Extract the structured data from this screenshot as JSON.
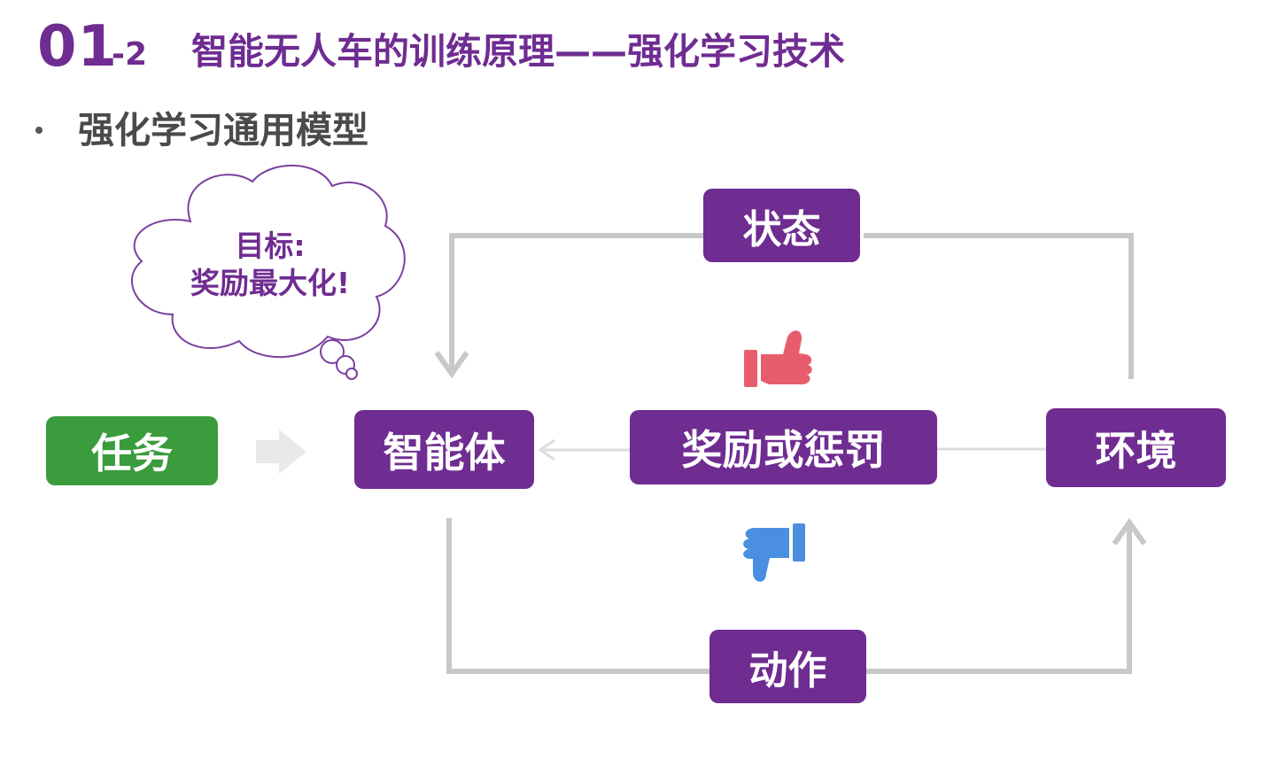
{
  "header": {
    "section_number": "01",
    "section_sub": "-2",
    "title": "智能无人车的训练原理——强化学习技术"
  },
  "bullet": {
    "text": "强化学习通用模型"
  },
  "cloud": {
    "line1": "目标:",
    "line2": "奖励最大化!"
  },
  "nodes": {
    "task": "任务",
    "agent": "智能体",
    "reward": "奖励或惩罚",
    "environment": "环境",
    "state": "状态",
    "action": "动作"
  },
  "icons": {
    "thumbs_up": "thumbs-up-icon",
    "thumbs_down": "thumbs-down-icon",
    "right_arrow": "right-arrow-icon"
  },
  "colors": {
    "primary_purple": "#6f2c91",
    "task_green": "#3a9c3d",
    "connector_gray": "#c8c8c8",
    "thumbs_up_red": "#e85d6c",
    "thumbs_down_blue": "#4a8fe0"
  }
}
